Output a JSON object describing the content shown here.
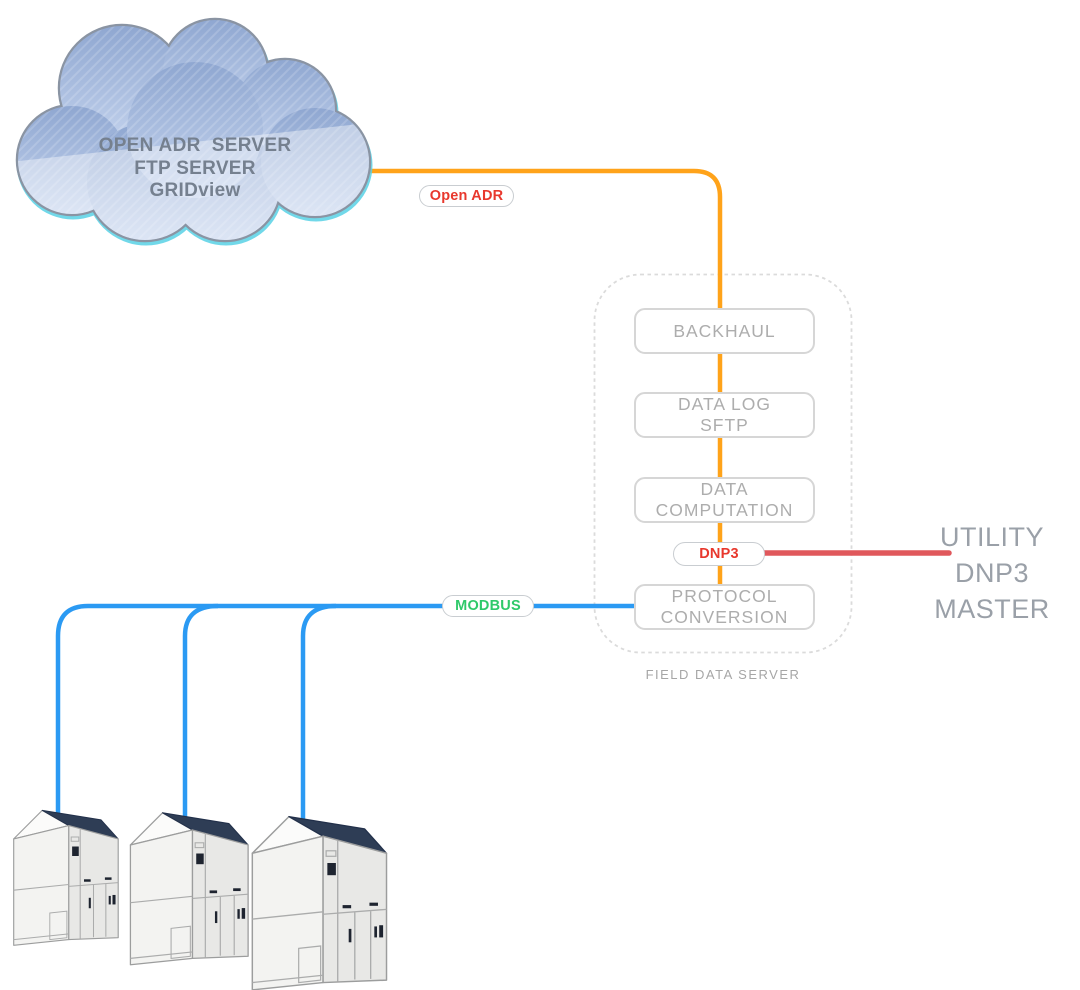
{
  "colors": {
    "orange": "#FFA31A",
    "blue": "#2B9AF3",
    "red_line": "#E0585C",
    "red_text": "#E8382D",
    "green_text": "#2FC96A",
    "box_border": "#D6D6D6",
    "box_text": "#ADADAD",
    "dashed_border": "#DBDBDB",
    "caption_text": "#A6A6A6",
    "utility_text": "#9AA0A8",
    "cloud_text": "#75808F",
    "cabinet_top": "#2E3D55"
  },
  "cloud": {
    "line1": "OPEN ADR  SERVER",
    "line2": "FTP SERVER",
    "line3": "GRIDview"
  },
  "wire_labels": {
    "open_adr": "Open ADR",
    "dnp3": "DNP3",
    "modbus": "MODBUS"
  },
  "field_data_server": {
    "caption": "FIELD DATA SERVER",
    "blocks": {
      "backhaul": "BACKHAUL",
      "data_log": "DATA LOG\nSFTP",
      "data_computation": "DATA\nCOMPUTATION",
      "protocol_conversion": "PROTOCOL\nCONVERSION"
    }
  },
  "utility_master": {
    "line1": "UTILITY DNP3",
    "line2": "MASTER"
  },
  "equipment": {
    "cabinet_count": 3
  }
}
